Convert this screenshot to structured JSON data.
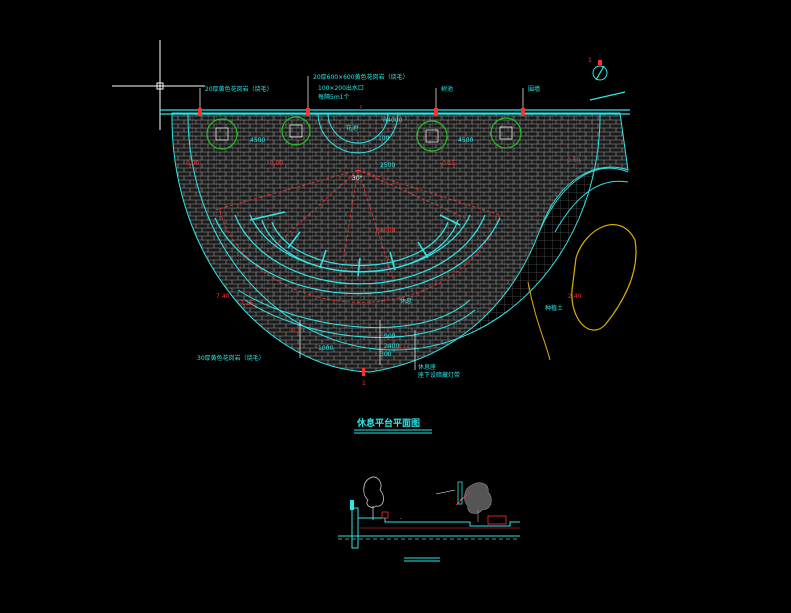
{
  "drawing": {
    "title": "休息平台平面图",
    "callouts": {
      "top_left": "20厚黄色花岗岩（烧毛）",
      "top_center_1": "20厚600×600黄色花岗岩（烧毛）",
      "top_center_2": "100×200出水口",
      "top_center_3": "每隔5m1个",
      "top_right_1": "树池",
      "top_right_2": "围墙",
      "bottom_left": "30厚黄色花岗岩（烧毛）",
      "bottom_right_1": "休息座",
      "bottom_right_2": "座下设暗藏灯带",
      "right_label": "种植土",
      "center_label": "花池",
      "bench_label": "休息"
    },
    "dimensions": {
      "d_4500_left": "4500",
      "d_4500_right": "4500",
      "d_r4000": "R4000",
      "d_100": "100",
      "d_2500": "2500",
      "d_1000": "1000",
      "d_900": "900",
      "d_2400": "2400",
      "d_300": "300",
      "d_angle": "30°",
      "d_r6000": "R6000"
    },
    "levels": {
      "l1": "0.00",
      "l2": "0.00",
      "l3": "0.60",
      "l4": "-0.15",
      "l5": "7.40",
      "l6": "7.15",
      "l7": "-0.15",
      "l8": "-0.15",
      "l9": "2.40"
    },
    "section_labels": {
      "s1": "1",
      "s2": "1",
      "s3": "1"
    },
    "colors": {
      "cyan": "#2ee6e6",
      "red": "#ff3030",
      "green": "#22c222",
      "yellow": "#e0b000",
      "white": "#ffffff",
      "grey": "#9a9a9a"
    }
  }
}
